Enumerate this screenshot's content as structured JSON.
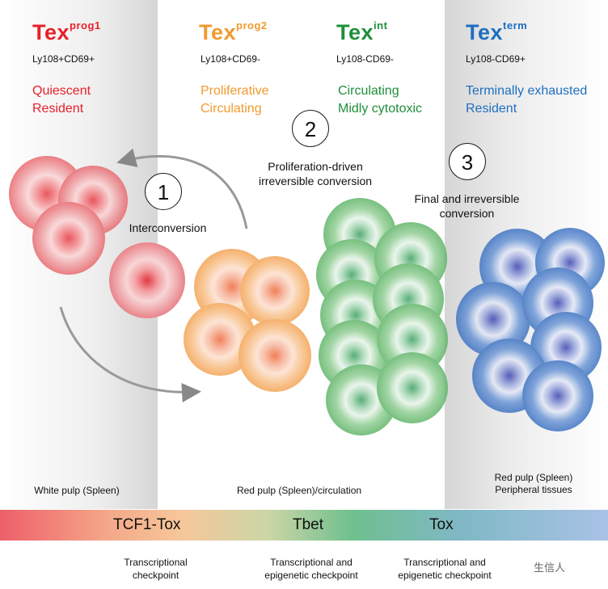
{
  "colors": {
    "prog1": "#e8202a",
    "prog2": "#f09a2e",
    "int": "#1f8f3a",
    "term": "#1d6fbf"
  },
  "columns": [
    {
      "id": "prog1",
      "base": "Tex",
      "sup": "prog1",
      "marker": "Ly108+CD69+",
      "desc": "Quiescent\nResident"
    },
    {
      "id": "prog2",
      "base": "Tex",
      "sup": "prog2",
      "marker": "Ly108+CD69-",
      "desc": "Proliferative\nCirculating"
    },
    {
      "id": "int",
      "base": "Tex",
      "sup": "int",
      "marker": "Ly108-CD69-",
      "desc": "Circulating\nMidly cytotoxic"
    },
    {
      "id": "term",
      "base": "Tex",
      "sup": "term",
      "marker": "Ly108-CD69+",
      "desc": "Terminally exhausted\nResident"
    }
  ],
  "steps": [
    {
      "number": "1",
      "label": "Interconversion"
    },
    {
      "number": "2",
      "label": "Proliferation-driven\nirreversible conversion"
    },
    {
      "number": "3",
      "label": "Final and irreversible\nconversion"
    }
  ],
  "locations": {
    "left": "White pulp (Spleen)",
    "middle": "Red pulp (Spleen)/circulation",
    "right": "Red pulp (Spleen)\nPeripheral tissues"
  },
  "gradient_bar": {
    "labels": [
      "TCF1-Tox",
      "Tbet",
      "Tox"
    ]
  },
  "checkpoints": [
    "Transcriptional\ncheckpoint",
    "Transcriptional and\nepigenetic checkpoint",
    "Transcriptional and\nepigenetic checkpoint"
  ],
  "watermark": "生信人"
}
